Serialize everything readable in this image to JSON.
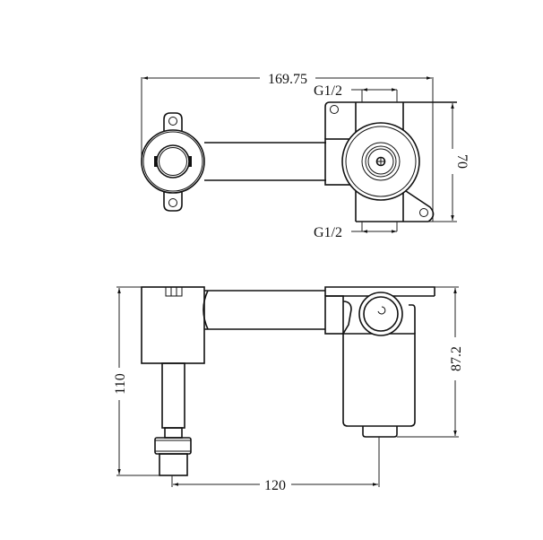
{
  "drawing": {
    "top_view": {
      "overall_width": "169.75",
      "height": "70",
      "inlet_top": "G1/2",
      "inlet_bottom": "G1/2"
    },
    "side_view": {
      "total_height": "110",
      "body_height": "87.2",
      "centre_distance": "120"
    },
    "line_color": "#111111"
  }
}
